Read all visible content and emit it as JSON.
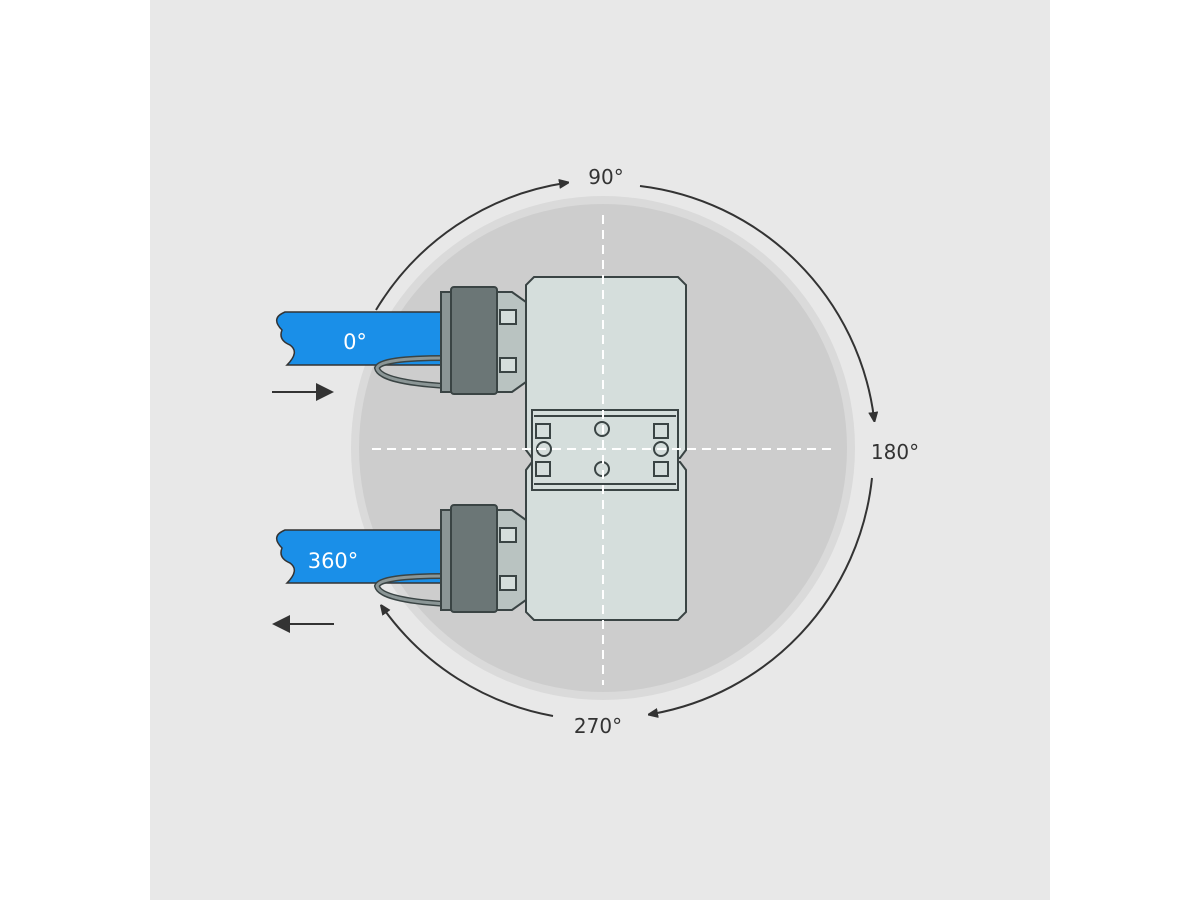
{
  "diagram": {
    "labels": {
      "deg90": "90°",
      "deg180": "180°",
      "deg270": "270°",
      "cable_start": "0°",
      "cable_end": "360°"
    },
    "colors": {
      "cable": "#1a8fe8",
      "connector": "#6b7676",
      "module": "#d5dedc",
      "disc": "#cfcfcf",
      "background": "#e8e8e8"
    },
    "icons": [
      "rotation-arrow-icon",
      "arrow-right-icon",
      "arrow-left-icon"
    ]
  }
}
